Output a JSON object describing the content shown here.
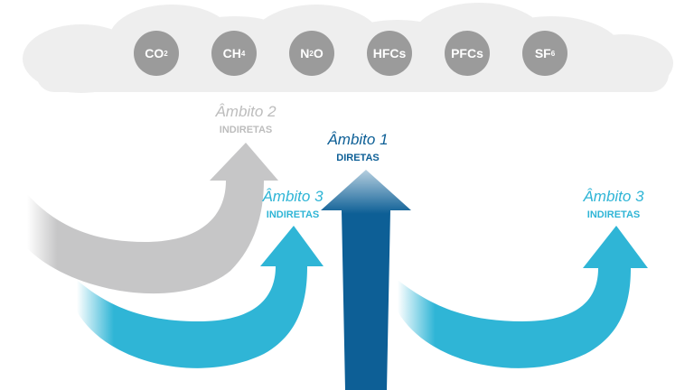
{
  "gases": [
    {
      "base": "CO",
      "sub": "2"
    },
    {
      "base": "CH",
      "sub": "4"
    },
    {
      "base": "N",
      "sub": "2",
      "tail": "O"
    },
    {
      "base": "HFCs",
      "sub": ""
    },
    {
      "base": "PFCs",
      "sub": ""
    },
    {
      "base": "SF",
      "sub": "6"
    }
  ],
  "scopes": [
    {
      "title": "Âmbito 2",
      "subtitle": "INDIRETAS"
    },
    {
      "title": "Âmbito 1",
      "subtitle": "DIRETAS"
    },
    {
      "title": "Âmbito 3",
      "subtitle": "INDIRETAS"
    },
    {
      "title": "Âmbito 3",
      "subtitle": "INDIRETAS"
    }
  ],
  "colors": {
    "scope1": "#0d5f96",
    "scope2": "#c6c6c7",
    "scope3": "#2fb5d6",
    "gas": "#9b9b9b",
    "cloud": "#eeeeee"
  }
}
